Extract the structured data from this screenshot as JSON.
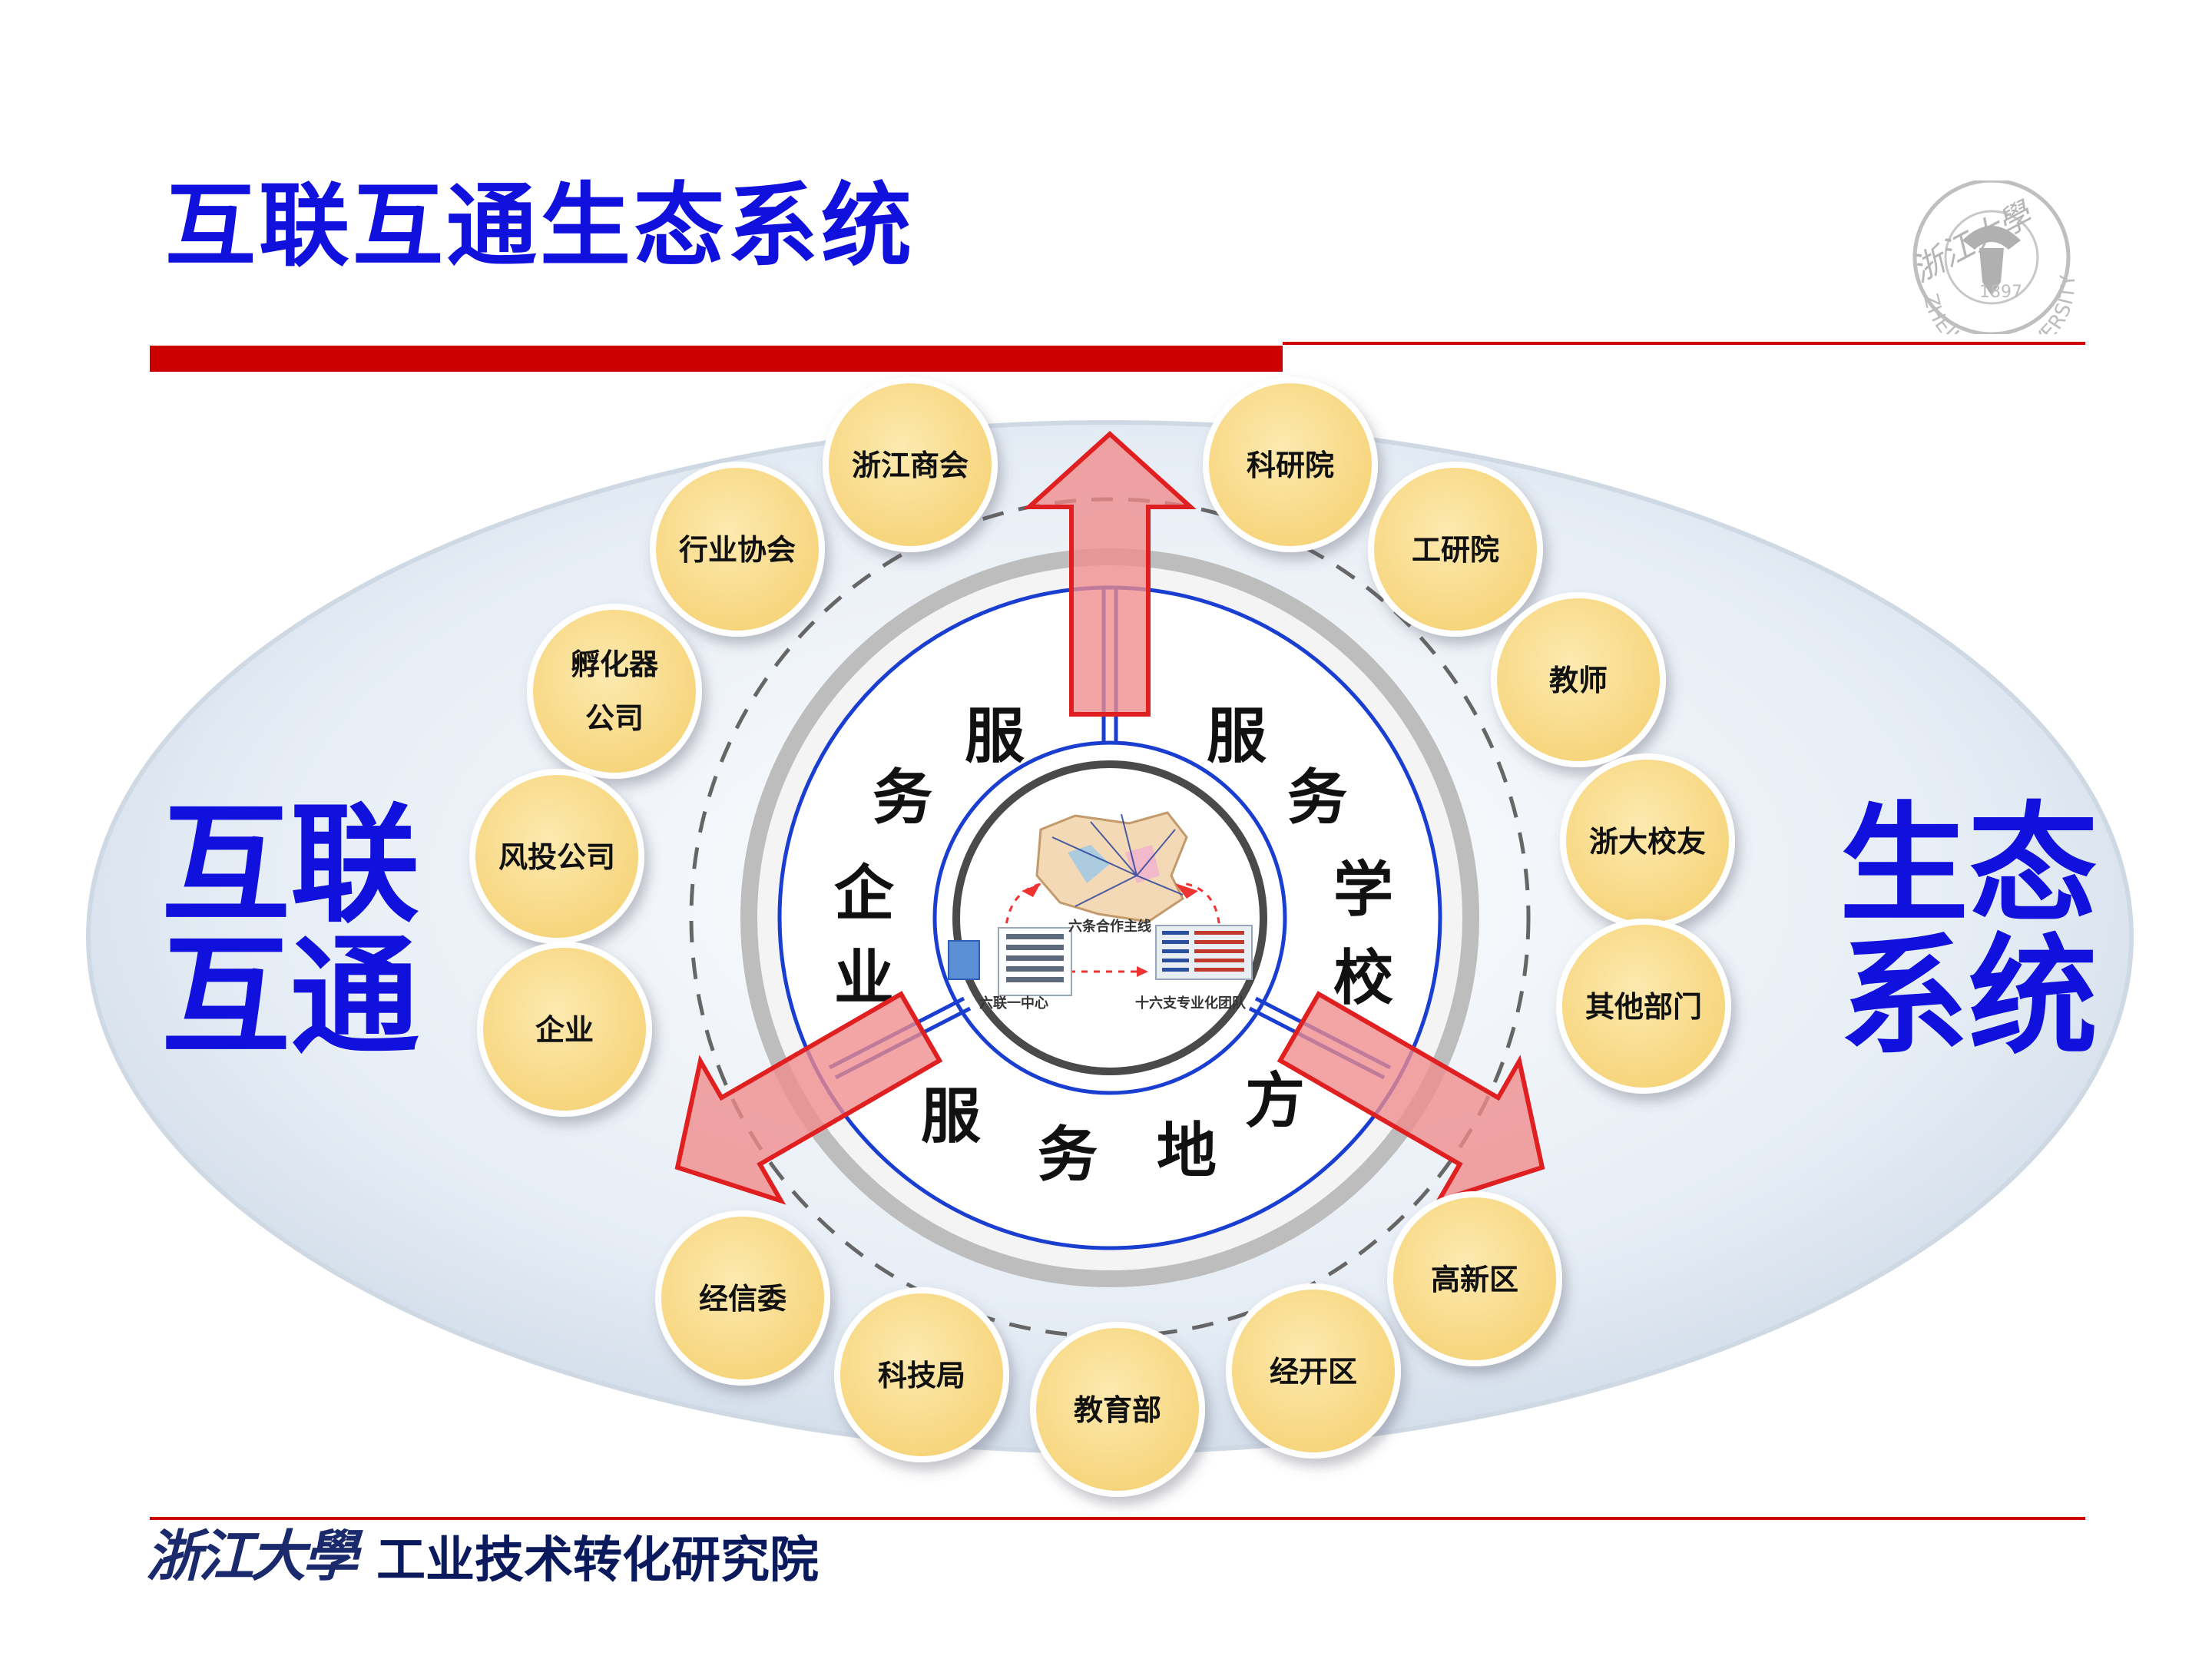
{
  "title": "互联互通生态系统",
  "left_text": [
    "互联",
    "互通"
  ],
  "right_text": [
    "生态",
    "系统"
  ],
  "center_labels": {
    "enterprise": [
      "企",
      "业"
    ],
    "school": [
      "学",
      "校"
    ],
    "local": [
      "地",
      "方"
    ],
    "service": "服务"
  },
  "center_image_labels": {
    "main_line": "六条合作主线",
    "center": "六联一中心",
    "teams": "十六支专业化团队"
  },
  "nodes": [
    "浙江商会",
    "行业协会",
    "孵化器公司",
    "风投公司",
    "企业",
    "科研院",
    "工研院",
    "教师",
    "浙大校友",
    "其他部门",
    "经信委",
    "科技局",
    "教育部",
    "经开区",
    "高新区"
  ],
  "footer": {
    "calligraphy": "浙江大學",
    "institute": "工业技术转化研究院"
  },
  "logo": {
    "year": "1897",
    "name": "ZHEJIANG UNIVERSITY",
    "calligraphy": "浙江大學"
  },
  "colors": {
    "title_blue": "#1111dd",
    "accent_red": "#cc0000",
    "node_fill": "#fbe29a",
    "arrow_fill": "#f08a8a",
    "arrow_stroke": "#e02020",
    "ellipse_fill": "#e0e9f3",
    "ring_blue": "#1a3fd0"
  }
}
